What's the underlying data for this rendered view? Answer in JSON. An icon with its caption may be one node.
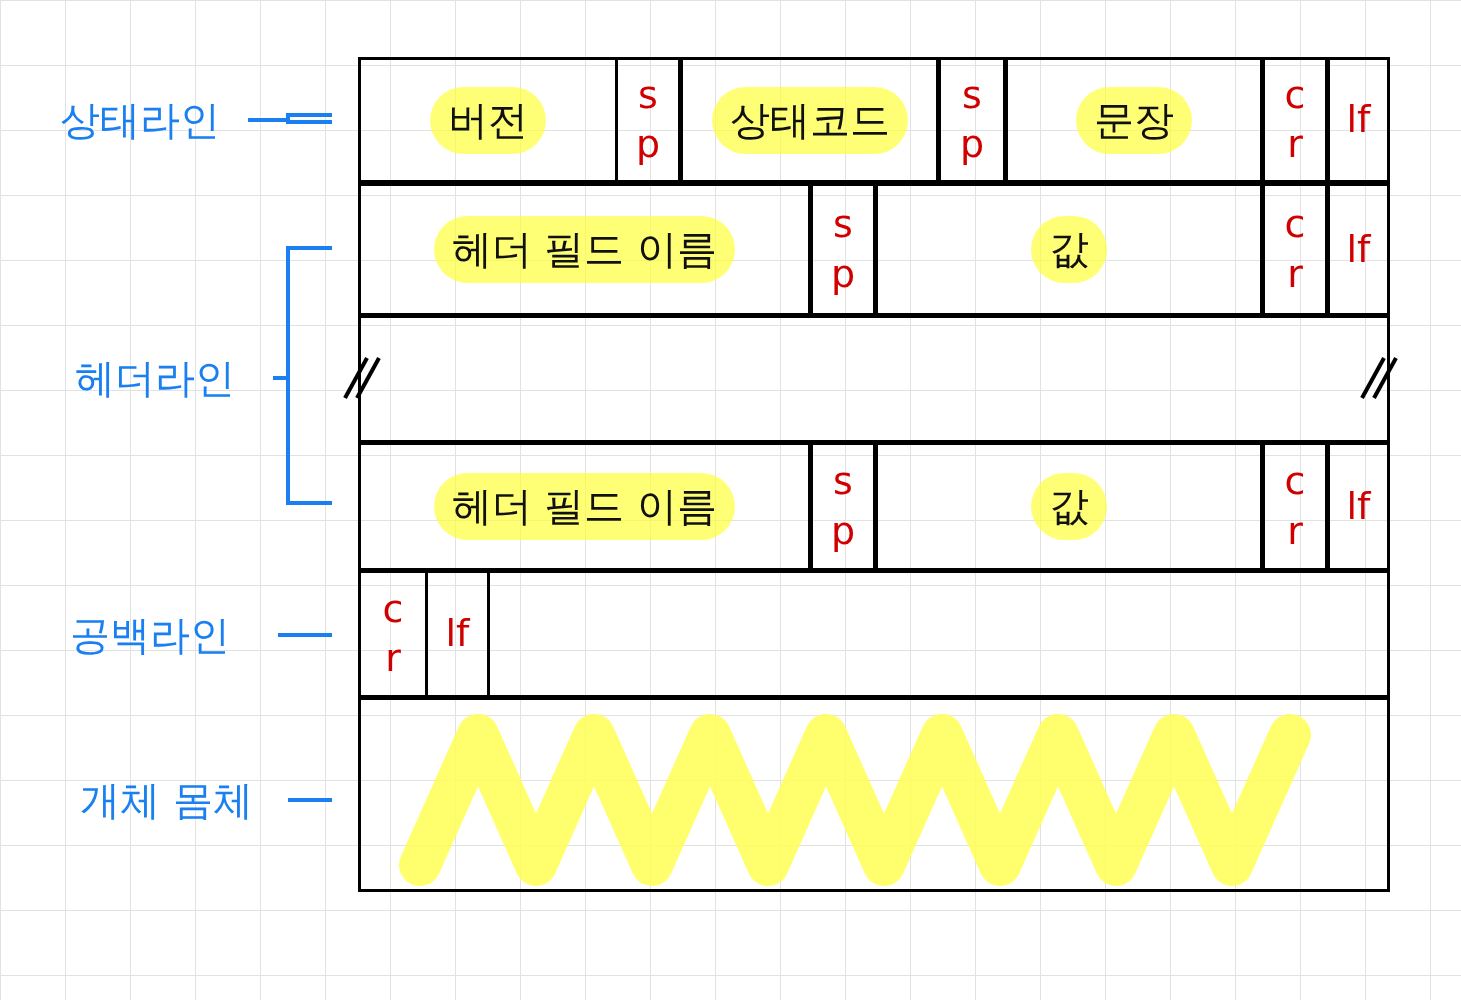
{
  "diagram": {
    "nodes": [
      {
        "text": [
          "상태라인"
        ]
      },
      {
        "text": [],
        "shape": "box"
      },
      {
        "text": [
          "버전"
        ],
        "in": 1
      },
      {
        "text": [
          "sp"
        ],
        "in": 1
      },
      {
        "text": [
          "상태코드"
        ],
        "in": 1
      },
      {
        "text": [
          "sp"
        ],
        "in": 1
      },
      {
        "text": [
          "문장"
        ],
        "in": 1
      },
      {
        "text": [
          "cr"
        ],
        "in": 1
      },
      {
        "text": [
          "lf"
        ],
        "in": 1
      },
      {
        "text": [
          "헤더라인"
        ]
      },
      {
        "text": [],
        "shape": "box"
      },
      {
        "text": [],
        "shape": "box",
        "in": 10
      },
      {
        "text": [
          "헤더 필드 이름"
        ],
        "in": 11
      },
      {
        "text": [
          "sp"
        ],
        "in": 11
      },
      {
        "text": [
          "값"
        ],
        "in": 11
      },
      {
        "text": [
          "cr"
        ],
        "in": 11
      },
      {
        "text": [
          "lf"
        ],
        "in": 11
      },
      {
        "text": [],
        "shape": "box",
        "in": 10
      },
      {
        "text": [],
        "shape": "box",
        "in": 10
      },
      {
        "text": [
          "헤더 필드 이름"
        ],
        "in": 18
      },
      {
        "text": [
          "sp"
        ],
        "in": 18
      },
      {
        "text": [
          "값"
        ],
        "in": 18
      },
      {
        "text": [
          "cr"
        ],
        "in": 18
      },
      {
        "text": [
          "lf"
        ],
        "in": 18
      },
      {
        "text": [
          "공백라인"
        ]
      },
      {
        "text": [],
        "shape": "box"
      },
      {
        "text": [
          "cr"
        ],
        "in": 25
      },
      {
        "text": [
          "lf"
        ],
        "in": 25
      },
      {
        "text": [
          "개체 몸체"
        ]
      },
      {
        "text": [],
        "shape": "box"
      }
    ],
    "edges": [
      {
        "from": 0,
        "to": 1,
        "arrow": "none"
      },
      {
        "from": 9,
        "to": 10,
        "arrow": "none"
      },
      {
        "from": 24,
        "to": 25,
        "arrow": "none"
      },
      {
        "from": 28,
        "to": 29,
        "arrow": "none"
      }
    ]
  }
}
